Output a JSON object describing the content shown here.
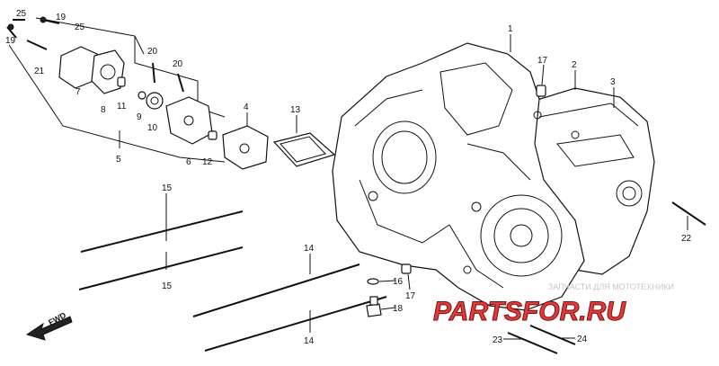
{
  "callouts": {
    "c1": "1",
    "c2": "2",
    "c3": "3",
    "c4": "4",
    "c5": "5",
    "c6": "6",
    "c7": "7",
    "c8": "8",
    "c9": "9",
    "c10": "10",
    "c11": "11",
    "c12": "12",
    "c13": "13",
    "c14a": "14",
    "c14b": "14",
    "c15a": "15",
    "c15b": "15",
    "c16": "16",
    "c17a": "17",
    "c17b": "17",
    "c18": "18",
    "c19a": "19",
    "c19b": "19",
    "c20a": "20",
    "c20b": "20",
    "c21": "21",
    "c22": "22",
    "c23": "23",
    "c24": "24",
    "c25a": "25",
    "c25b": "25"
  },
  "direction_label": "FWD",
  "watermark": {
    "subtitle": "ЗАПЧАСТИ ДЛЯ МОТОТЕХНИКИ",
    "brand": "PARTSFOR.RU"
  },
  "colors": {
    "watermark_red": "#e03a3a",
    "line": "#111111"
  }
}
